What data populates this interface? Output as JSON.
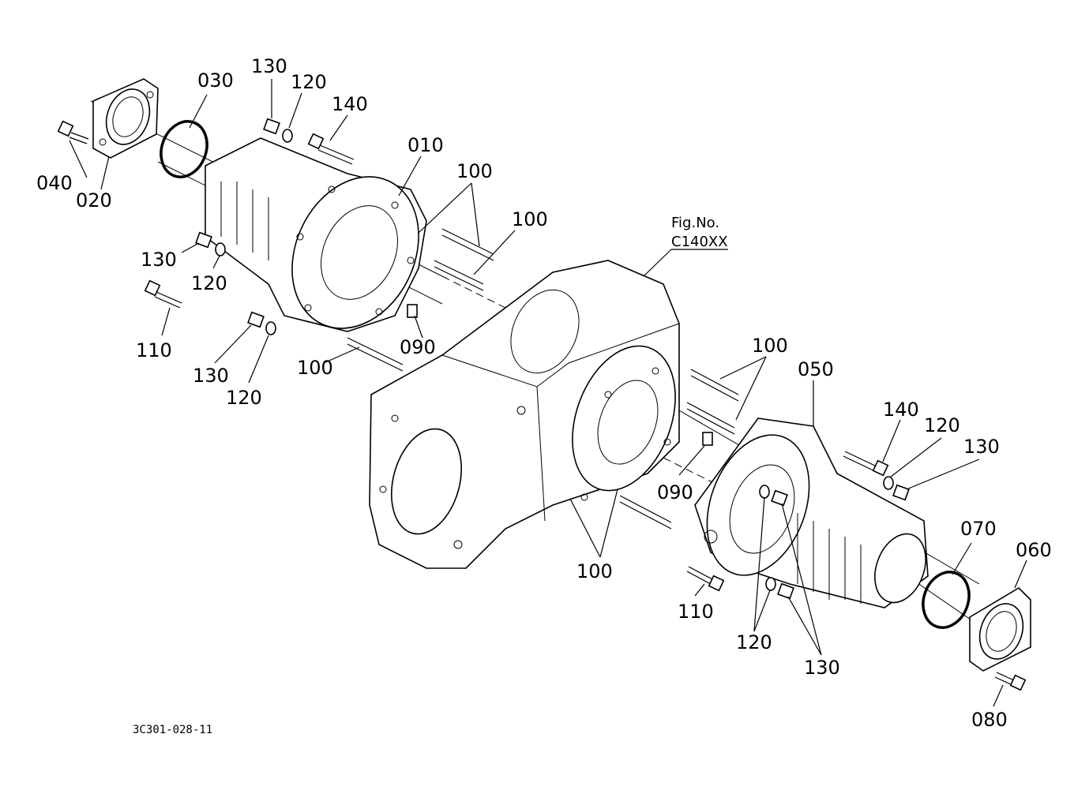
{
  "figure_ref": {
    "line1": "Fig.No.",
    "line2": "C140XX"
  },
  "drawing_code": "3C301-028-11",
  "labels": {
    "l030": "030",
    "l130a": "130",
    "l120a": "120",
    "l140a": "140",
    "l010": "010",
    "l100a": "100",
    "l040": "040",
    "l020": "020",
    "l100b": "100",
    "l130b": "130",
    "l120b": "120",
    "l110a": "110",
    "l090a": "090",
    "l130c": "130",
    "l120c": "120",
    "l100c": "100",
    "l100d": "100",
    "l050": "050",
    "l140b": "140",
    "l120d": "120",
    "l130d": "130",
    "l090b": "090",
    "l070": "070",
    "l060": "060",
    "l100e": "100",
    "l110b": "110",
    "l120e": "120",
    "l130e": "130",
    "l080": "080"
  }
}
